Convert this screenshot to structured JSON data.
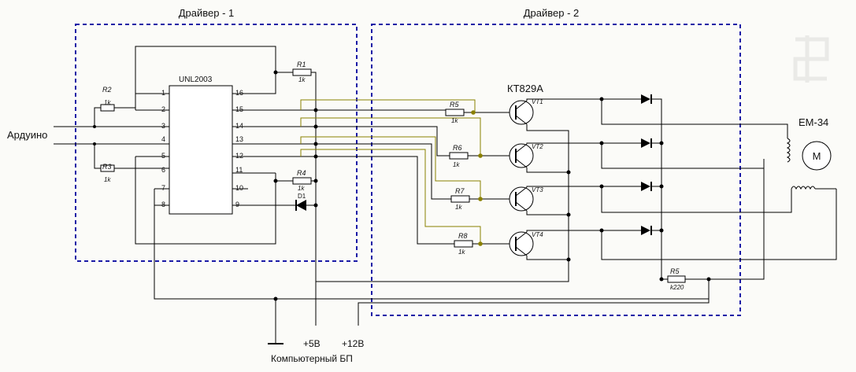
{
  "groups": {
    "driver1": "Драйвер - 1",
    "driver2": "Драйвер - 2"
  },
  "ic": {
    "name": "UNL2003",
    "pins_left": [
      "1",
      "2",
      "3",
      "4",
      "5",
      "6",
      "7",
      "8"
    ],
    "pins_right": [
      "16",
      "15",
      "14",
      "13",
      "12",
      "11",
      "10",
      "9"
    ]
  },
  "resistors_d1": [
    {
      "ref": "R1",
      "value": "1k"
    },
    {
      "ref": "R2",
      "value": "1k"
    },
    {
      "ref": "R3",
      "value": "1k"
    },
    {
      "ref": "R4",
      "value": "1k"
    }
  ],
  "diode_d1": "D1",
  "input_label": "Ардуино",
  "transistor_type": "КТ829А",
  "stages": [
    {
      "r": "R5",
      "rv": "1k",
      "vt": "VT1"
    },
    {
      "r": "R6",
      "rv": "1k",
      "vt": "VT2"
    },
    {
      "r": "R7",
      "rv": "1k",
      "vt": "VT3"
    },
    {
      "r": "R8",
      "rv": "1k",
      "vt": "VT4"
    }
  ],
  "r_sense": {
    "ref": "R5",
    "value": "k220"
  },
  "motor": {
    "name": "ЕМ-34",
    "symbol": "M"
  },
  "power": {
    "v5": "+5В",
    "v12": "+12В",
    "psu": "Компьютерный БП"
  }
}
